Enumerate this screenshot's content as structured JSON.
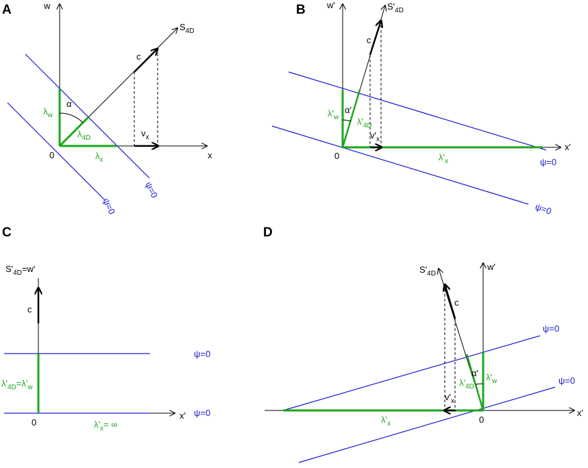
{
  "colors": {
    "green": "#1aa81a",
    "blue": "#1a1ad0",
    "axis": "#000000"
  },
  "panels": {
    "A": {
      "letter": "A",
      "axis_w": "w",
      "axis_x": "x",
      "axis_s": "S",
      "axis_s_sub": "4D",
      "origin": "0",
      "c": "c",
      "alpha": "α",
      "lambda_w": "λ",
      "lambda_w_sub": "w",
      "lambda_4d": "λ",
      "lambda_4d_sub": "4D",
      "lambda_x": "λ",
      "lambda_x_sub": "x",
      "vx": "v",
      "vx_sub": "x",
      "psi1": "ψ=0",
      "psi2": "ψ=0"
    },
    "B": {
      "letter": "B",
      "axis_w": "w'",
      "axis_x": "x'",
      "axis_s": "S'",
      "axis_s_sub": "4D",
      "origin": "0",
      "c": "c",
      "alpha": "α'",
      "lambda_w": "λ'",
      "lambda_w_sub": "w",
      "lambda_4d": "λ'",
      "lambda_4d_sub": "4D",
      "lambda_x": "λ'",
      "lambda_x_sub": "x",
      "vx": "v'",
      "vx_sub": "x",
      "psi1": "ψ=0",
      "psi2": "ψ=0"
    },
    "C": {
      "letter": "C",
      "axis_sw": "S'",
      "axis_sw_sub": "4D",
      "axis_sw_rest": "=w'",
      "axis_x": "x'",
      "origin": "0",
      "c": "c",
      "lambda_4d": "λ'",
      "lambda_4d_sub": "4D",
      "lambda_eq": "=λ'",
      "lambda_w_sub": "w",
      "lambda_x": "λ'",
      "lambda_x_sub": "x",
      "lambda_x_rest": "= ∞",
      "psi1": "ψ=0",
      "psi2": "ψ=0"
    },
    "D": {
      "letter": "D",
      "axis_w": "w'",
      "axis_x": "x'",
      "axis_s": "S'",
      "axis_s_sub": "4D",
      "origin": "0",
      "c": "c",
      "alpha": "α'",
      "lambda_w": "λ'",
      "lambda_w_sub": "w",
      "lambda_4d": "λ'",
      "lambda_4d_sub": "4D",
      "lambda_x": "λ'",
      "lambda_x_sub": "x",
      "vx": "v'",
      "vx_sub": "x",
      "psi1": "ψ=0",
      "psi2": "ψ=0"
    }
  }
}
